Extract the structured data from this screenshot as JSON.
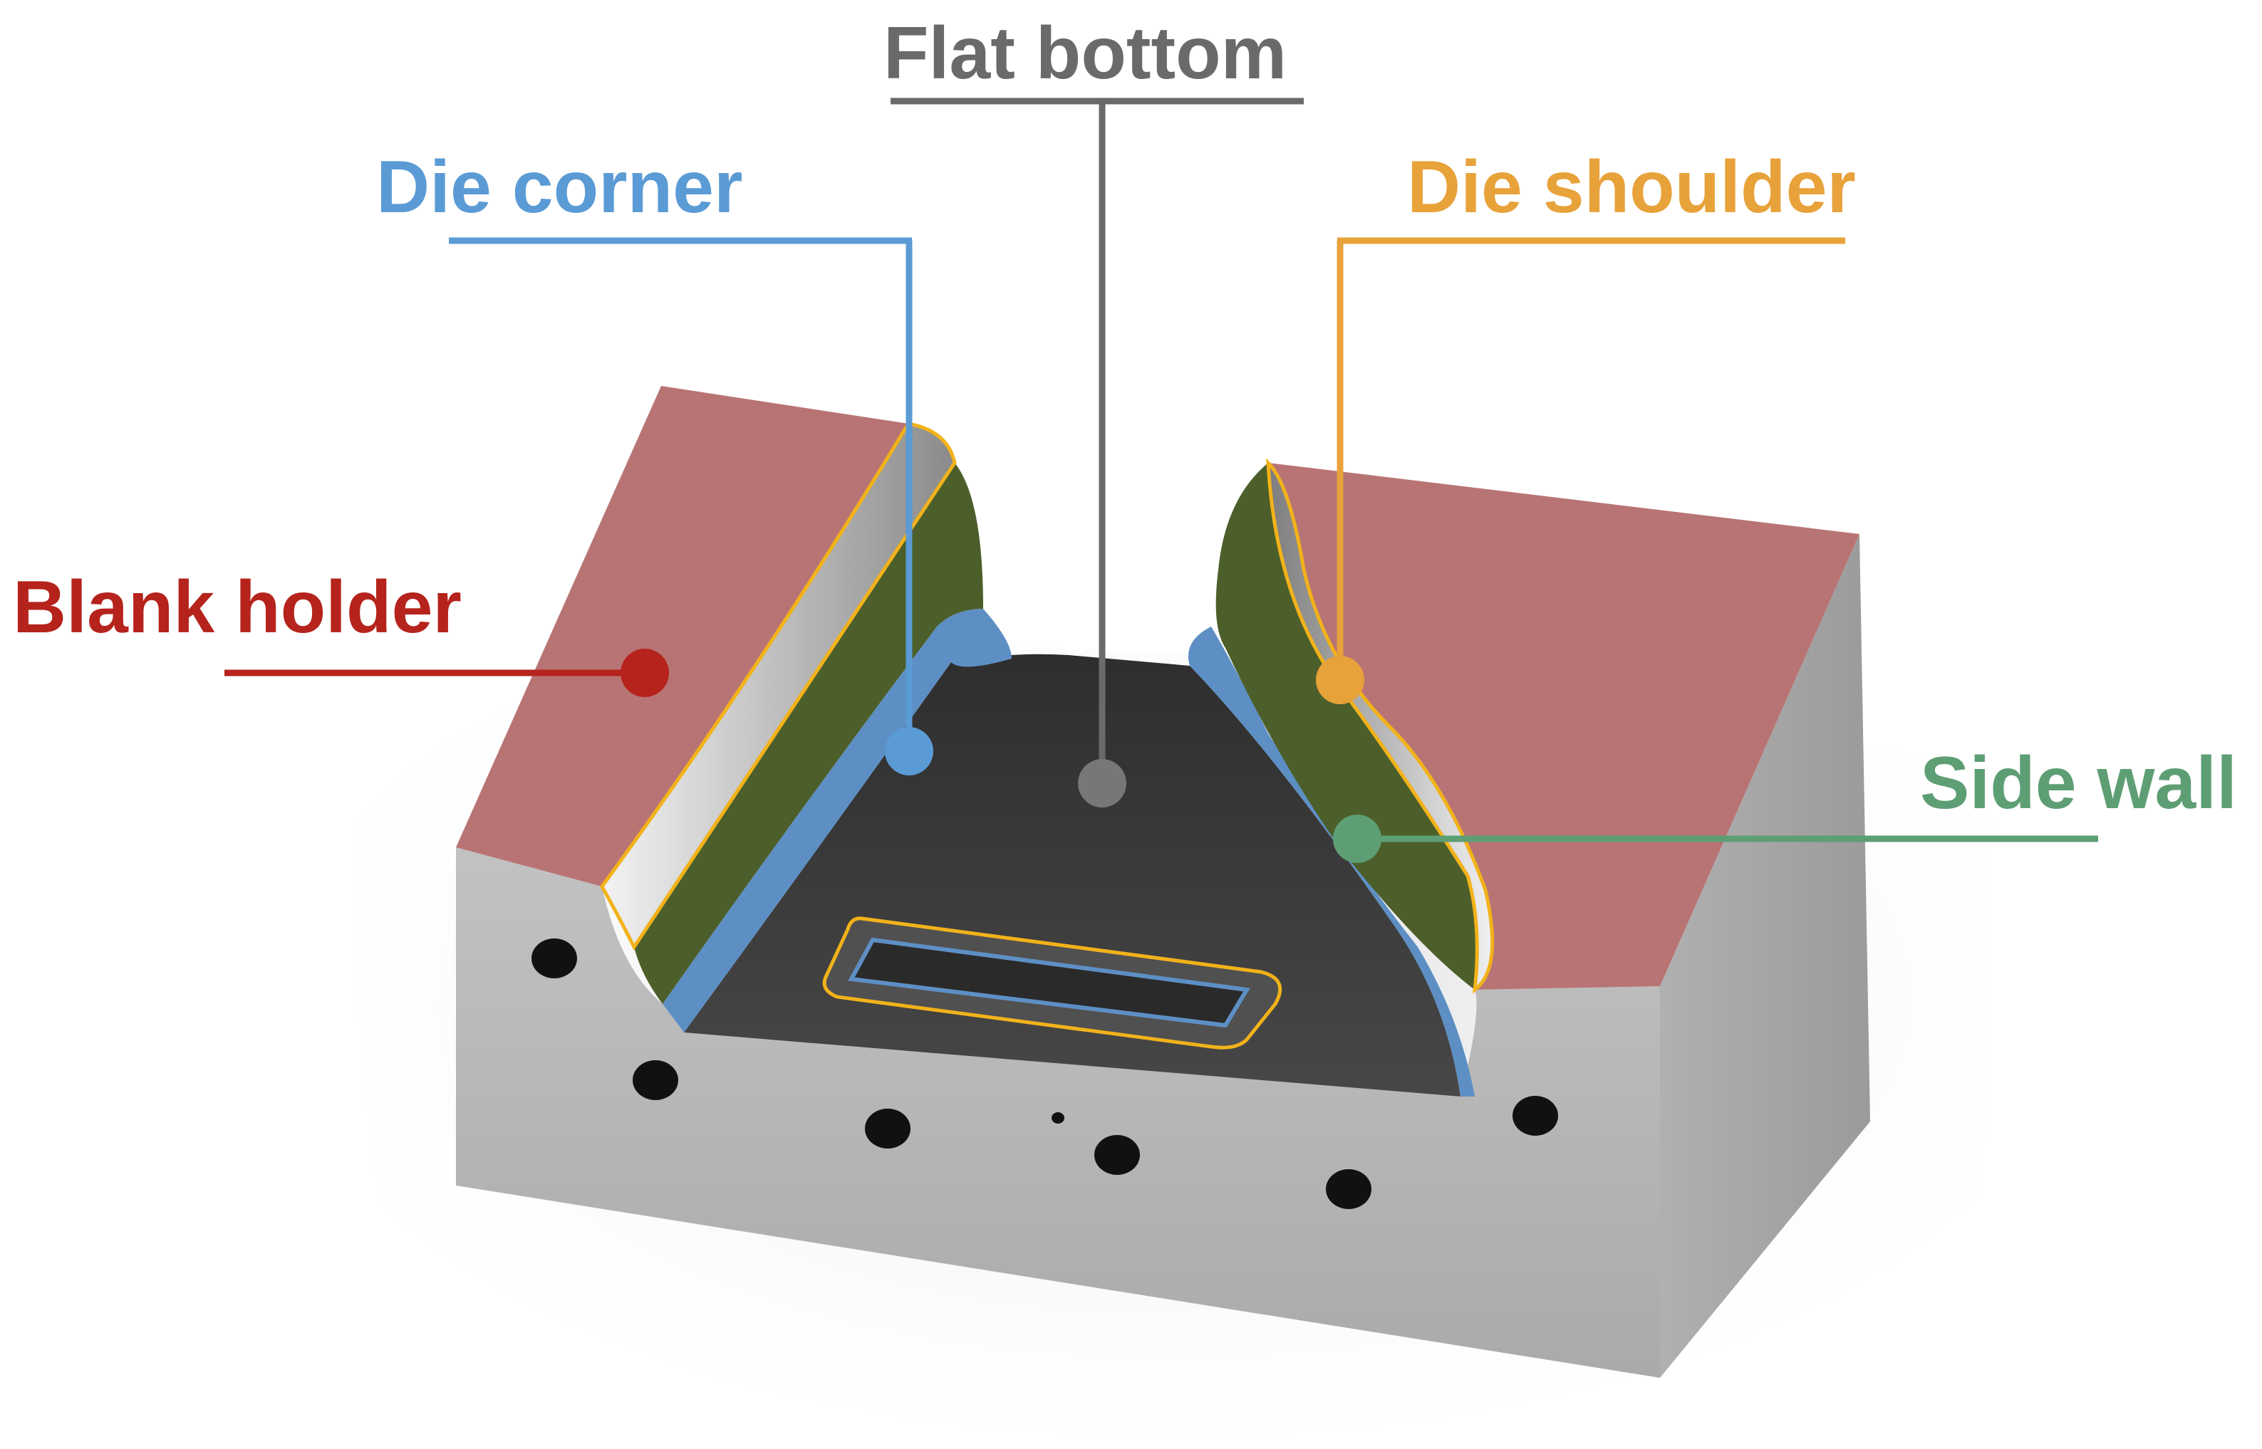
{
  "labels": {
    "flat_bottom": "Flat bottom",
    "die_corner": "Die corner",
    "die_shoulder": "Die shoulder",
    "blank_holder": "Blank holder",
    "side_wall": "Side wall"
  },
  "colors": {
    "flat_bottom": "#6a6a6a",
    "die_corner": "#5b9bd5",
    "die_shoulder": "#e8a23a",
    "blank_holder": "#b5231c",
    "side_wall": "#5e9e74",
    "blank_holder_surface": "#b87474",
    "side_wall_surface": "#4c5f2a",
    "die_corner_surface": "#5d8fc4",
    "flat_bottom_surface": "#3d3d3d",
    "block_body": "#b6b6b6"
  }
}
